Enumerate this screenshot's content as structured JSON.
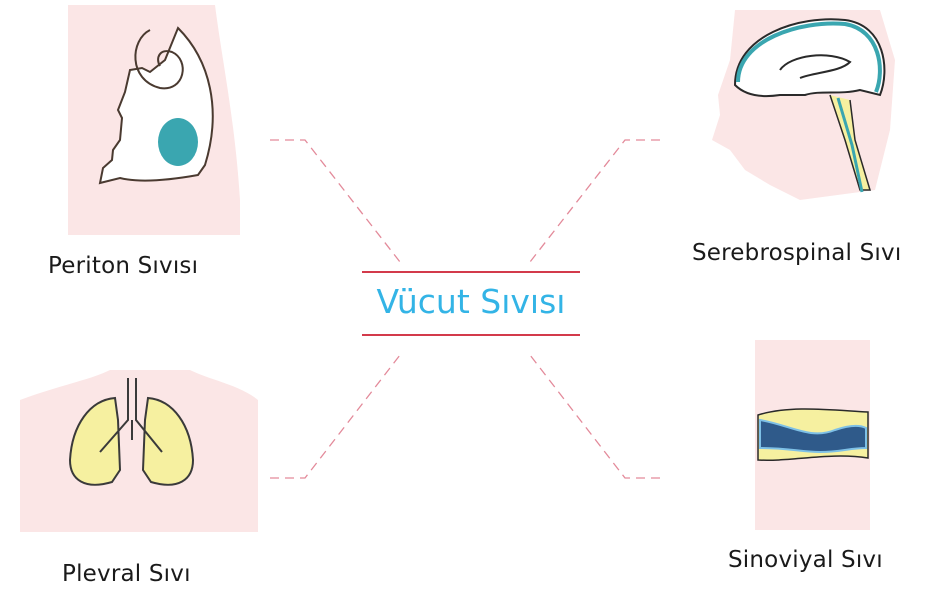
{
  "title": "Vücut Sıvısı",
  "items": [
    {
      "id": "periton",
      "label": "Periton Sıvısı"
    },
    {
      "id": "serebrospinal",
      "label": "Serebrospinal Sıvı"
    },
    {
      "id": "plevral",
      "label": "Plevral Sıvı"
    },
    {
      "id": "sinoviyal",
      "label": "Sinoviyal Sıvı"
    }
  ],
  "colors": {
    "title": "#33b4e6",
    "rule": "#d33a4b",
    "connector": "#e38a9a",
    "skin": "#fbe6e6",
    "fluid_teal": "#3aa6b0",
    "fluid_yellow": "#f6f0a0",
    "fluid_blue": "#2f5a8a"
  }
}
